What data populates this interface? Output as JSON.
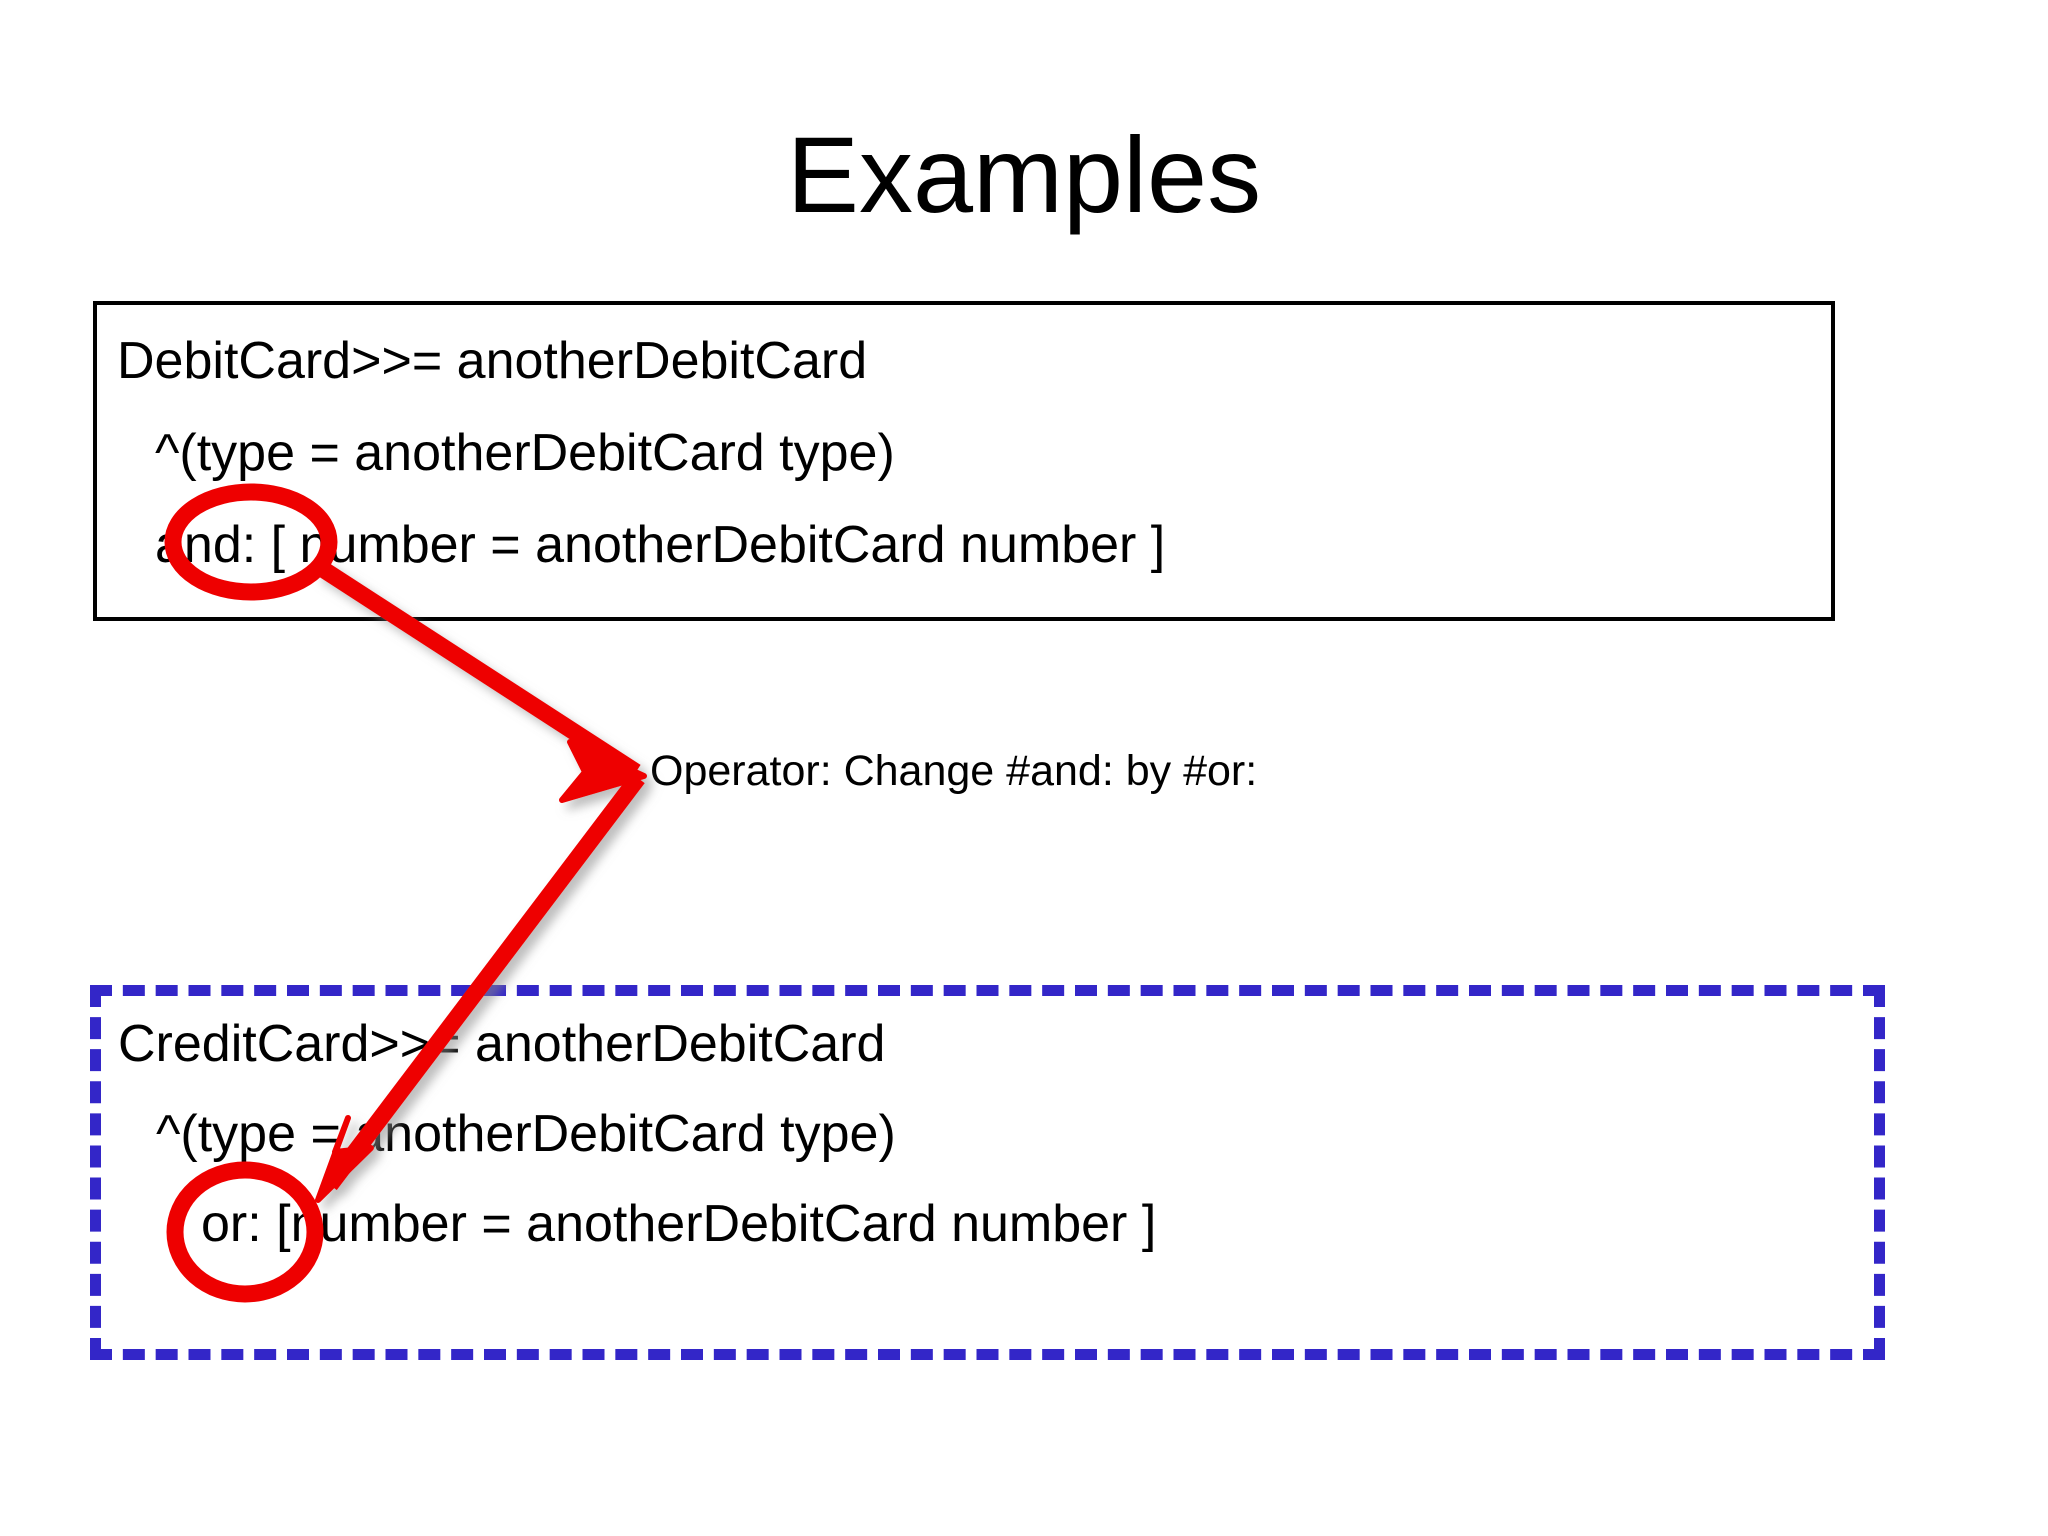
{
  "slide": {
    "title": "Examples",
    "background_color": "#ffffff"
  },
  "boxes": [
    {
      "name": "debit-card-box",
      "border_style": "solid",
      "border_color": "#000000",
      "lines": [
        "DebitCard>>= anotherDebitCard",
        "^(type = anotherDebitCard type)",
        "and: [ number = anotherDebitCard number ]"
      ]
    },
    {
      "name": "credit-card-box",
      "border_style": "dashed",
      "border_color": "#3326c8",
      "lines": [
        "CreditCard>>= anotherDebitCard",
        "^(type = anotherDebitCard type)",
        "or: [number = anotherDebitCard number ]"
      ]
    }
  ],
  "annotations": {
    "accent_color": "#ee0000",
    "operator_note": "Operator: Change #and: by #or:",
    "circled_terms": [
      "and: [",
      "or: ["
    ],
    "arrow_description": "red arrow from circled 'and: [' to operator note, then to circled 'or: ['"
  }
}
